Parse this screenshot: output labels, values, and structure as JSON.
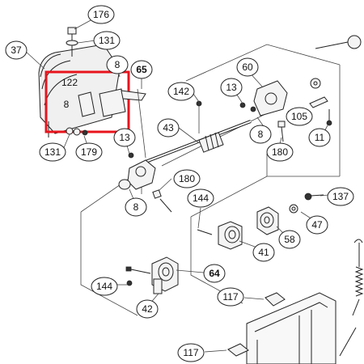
{
  "diagram": {
    "highlight_color": "#e8141c",
    "callouts": [
      {
        "id": "c176",
        "label": "176"
      },
      {
        "id": "c131a",
        "label": "131"
      },
      {
        "id": "c37",
        "label": "37"
      },
      {
        "id": "c8a",
        "label": "8"
      },
      {
        "id": "c65",
        "label": "65"
      },
      {
        "id": "c122",
        "label": "122"
      },
      {
        "id": "c8b",
        "label": "8"
      },
      {
        "id": "c142",
        "label": "142"
      },
      {
        "id": "c13a",
        "label": "13"
      },
      {
        "id": "c60",
        "label": "60"
      },
      {
        "id": "c13b",
        "label": "13"
      },
      {
        "id": "c43",
        "label": "43"
      },
      {
        "id": "c105",
        "label": "105"
      },
      {
        "id": "c8c",
        "label": "8"
      },
      {
        "id": "c11",
        "label": "11"
      },
      {
        "id": "c131b",
        "label": "131"
      },
      {
        "id": "c179",
        "label": "179"
      },
      {
        "id": "c13c",
        "label": "13"
      },
      {
        "id": "c180a",
        "label": "180"
      },
      {
        "id": "c180b",
        "label": "180"
      },
      {
        "id": "c8d",
        "label": "8"
      },
      {
        "id": "c144a",
        "label": "144"
      },
      {
        "id": "c137",
        "label": "137"
      },
      {
        "id": "c47",
        "label": "47"
      },
      {
        "id": "c58",
        "label": "58"
      },
      {
        "id": "c41",
        "label": "41"
      },
      {
        "id": "c64",
        "label": "64"
      },
      {
        "id": "c144b",
        "label": "144"
      },
      {
        "id": "c117a",
        "label": "117"
      },
      {
        "id": "c42",
        "label": "42"
      },
      {
        "id": "c117b",
        "label": "117"
      }
    ]
  }
}
